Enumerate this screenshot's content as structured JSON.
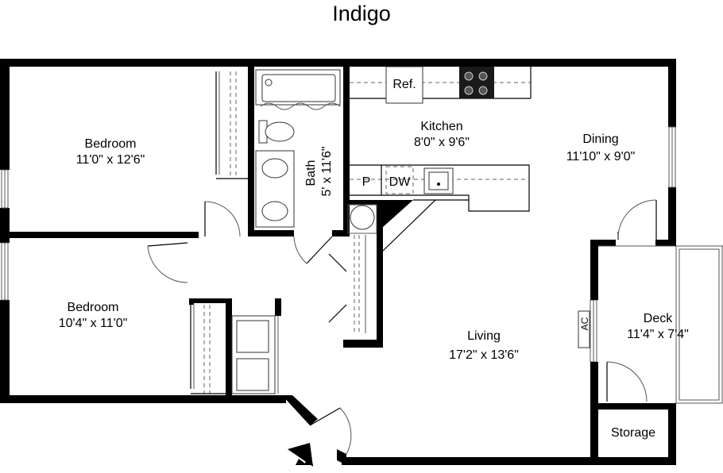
{
  "title": "Indigo",
  "rooms": [
    {
      "name": "Bedroom",
      "size": "11'0\" x 12'6\""
    },
    {
      "name": "Bedroom",
      "size": "10'4\" x 11'0\""
    },
    {
      "name": "Bath",
      "size": "5' x 11'6\""
    },
    {
      "name": "Kitchen",
      "size": "8'0\" x 9'6\""
    },
    {
      "name": "Dining",
      "size": "11'10\" x 9'0\""
    },
    {
      "name": "Living",
      "size": "17'2\" x 13'6\""
    },
    {
      "name": "Deck",
      "size": "11'4\" x 7'4\""
    },
    {
      "name": "Storage",
      "size": ""
    }
  ],
  "appliances": {
    "refrigerator": "Ref.",
    "pantry": "P",
    "dishwasher": "DW",
    "ac": "AC"
  }
}
